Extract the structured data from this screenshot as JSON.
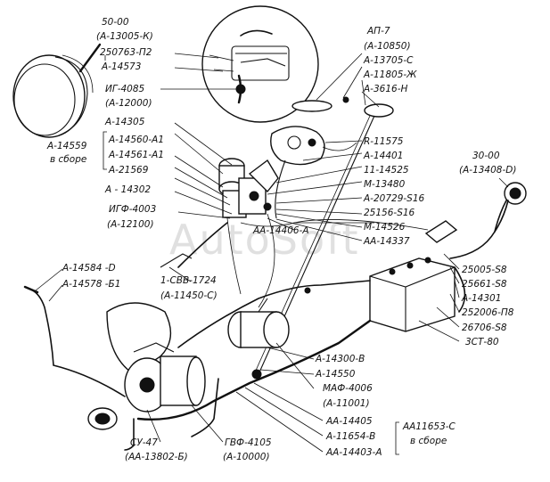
{
  "watermark": "AutoSoft",
  "labels": {
    "headlamp_code": "50-00",
    "headlamp_ref": "(А-13005-К)",
    "p250763": "250763-П2",
    "a14573": "А-14573",
    "ig4085": "ИГ-4085",
    "ig4085_ref": "(А-12000)",
    "a14305": "А-14305",
    "a14559": "А-14559",
    "v_sbore1": "в сборе",
    "a14560": "А-14560-А1",
    "a14561": "А-14561-А1",
    "a21569": "А-21569",
    "a14302": "А - 14302",
    "igf4003": "ИГФ-4003",
    "igf4003_ref": "(А-12100)",
    "a14584": "А-14584 -D",
    "a14578": "А-14578 -Б1",
    "svv1724": "1-СВВ-1724",
    "svv1724_ref": "(А-11450-С)",
    "ap7": "АП-7",
    "ap7_ref": "(А-10850)",
    "a13705": "А-13705-С",
    "a11805": "А-11805-Ж",
    "a3616": "А-3616-Н",
    "r11575": "R-11575",
    "a14401": "А-14401",
    "n14525": "11-14525",
    "m13480": "М-13480",
    "a20729": "А-20729-S16",
    "p25156": "25156-S16",
    "m14526": "М-14526",
    "aa14337": "АА-14337",
    "aa14406": "АА-14406-А",
    "tail_code": "30-00",
    "tail_ref": "(А-13408-D)",
    "p25005": "25005-S8",
    "p25661": "25661-S8",
    "a14301": "А-14301",
    "p252006": "252006-П8",
    "p26706": "26706-S8",
    "zst80": "3СТ-80",
    "a14300": "А-14300-В",
    "a14550": "А-14550",
    "maf4006": "МАФ-4006",
    "maf4006_ref": "(А-11001)",
    "aa14405": "АА-14405",
    "a11654": "А-11654-В",
    "aa14403": "АА-14403-А",
    "aa11653": "АА11653-С",
    "v_sbore2": "в сборе",
    "su47": "СУ-47",
    "su47_ref": "(АА-13802-Б)",
    "gvf4105": "ГВФ-4105",
    "gvf4105_ref": "(А-10000)"
  }
}
